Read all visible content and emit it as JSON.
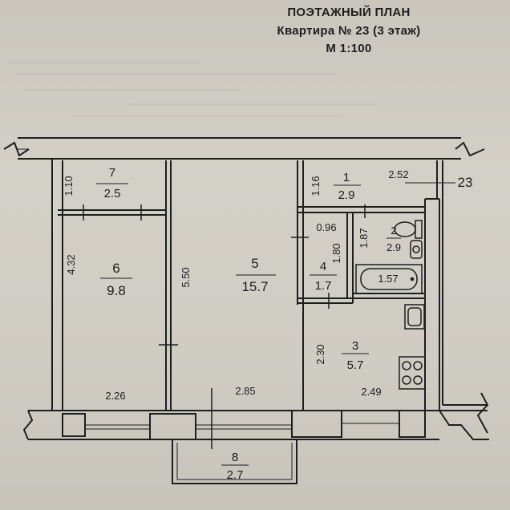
{
  "header": {
    "title": "ПОЭТАЖНЫЙ ПЛАН",
    "subtitle": "Квартира № 23 (3 этаж)",
    "scale": "М 1:100"
  },
  "apartment_marker": "23",
  "rooms": [
    {
      "id": "7",
      "area": "2.5"
    },
    {
      "id": "6",
      "area": "9.8"
    },
    {
      "id": "5",
      "area": "15.7"
    },
    {
      "id": "1",
      "area": "2.9"
    },
    {
      "id": "2",
      "area": "2.9"
    },
    {
      "id": "4",
      "area": "1.7"
    },
    {
      "id": "3",
      "area": "5.7"
    },
    {
      "id": "8",
      "area": "2.7"
    }
  ],
  "dimensions": {
    "room7_depth": "1.10",
    "room6_depth": "4.32",
    "room5_depth": "5.50",
    "room1_depth": "1.16",
    "room1_width": "2.52",
    "room4_width": "0.96",
    "room4_depth": "1.80",
    "room2_depth": "1.87",
    "bath_length": "1.57",
    "room3_depth": "2.30",
    "room6_width": "2.26",
    "room5_width": "2.85",
    "room3_width": "2.49"
  }
}
